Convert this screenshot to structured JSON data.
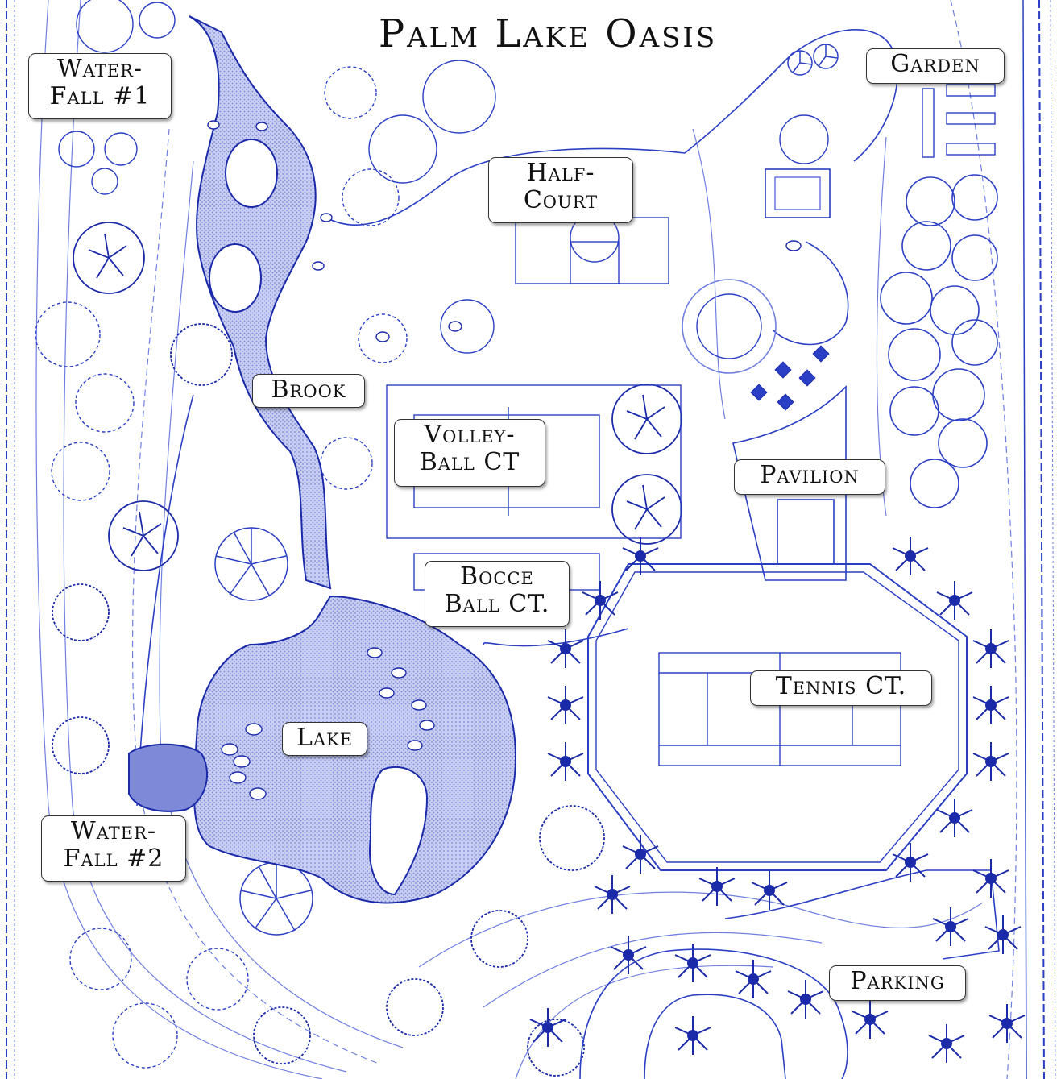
{
  "map": {
    "title": "Palm Lake Oasis",
    "colors": {
      "line": "#2a3fc4",
      "line_light": "#6f7fe0",
      "water_fill": "#c9cff2",
      "water_hatch": "#8e98df",
      "label_border": "#333333"
    },
    "labels": {
      "waterfall1": {
        "line1": "Water-",
        "line2": "Fall #1"
      },
      "halfcourt": {
        "line1": "Half-",
        "line2": "Court"
      },
      "garden": "Garden",
      "brook": "Brook",
      "volleyball": {
        "line1": "Volley-",
        "line2": "Ball CT"
      },
      "pavilion": "Pavilion",
      "bocce": {
        "line1": "Bocce",
        "line2": "Ball CT."
      },
      "tennis": "Tennis CT.",
      "lake": "Lake",
      "waterfall2": {
        "line1": "Water-",
        "line2": "Fall #2"
      },
      "parking": "Parking"
    },
    "icons": [
      "tree-icon",
      "palm-icon",
      "umbrella-icon",
      "rock-icon",
      "bench-icon"
    ]
  }
}
